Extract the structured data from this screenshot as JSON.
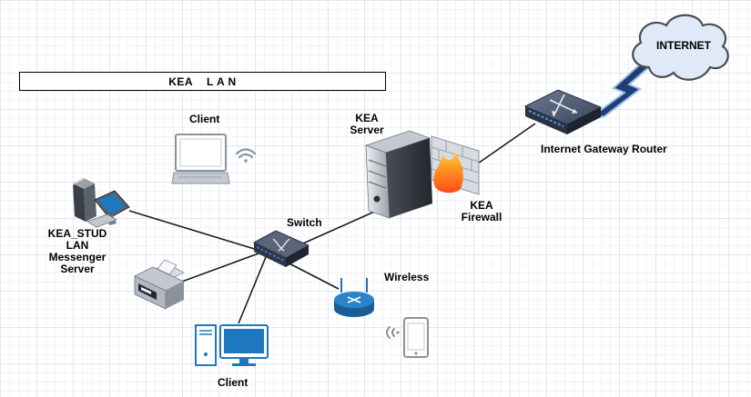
{
  "diagram": {
    "title": "KEA    L A N",
    "nodes": {
      "internet": "INTERNET",
      "router": "Internet Gateway Router",
      "server": [
        "KEA",
        "Server"
      ],
      "firewall": [
        "KEA",
        "Firewall"
      ],
      "switch": "Switch",
      "messenger": [
        "KEA_STUD",
        "LAN",
        "Messenger",
        "Server"
      ],
      "client_top": "Client",
      "client_bottom": "Client",
      "wireless": "Wireless"
    }
  },
  "colors": {
    "link": "#1a1a1a",
    "lightning": "#1f3f74",
    "cloud_fill": "#dfe9f8",
    "switch_fill": "#3c485a",
    "switch_accent": "#3a73c8",
    "router_blue": "#1f73b8",
    "monitor_blue": "#1e78bf"
  }
}
